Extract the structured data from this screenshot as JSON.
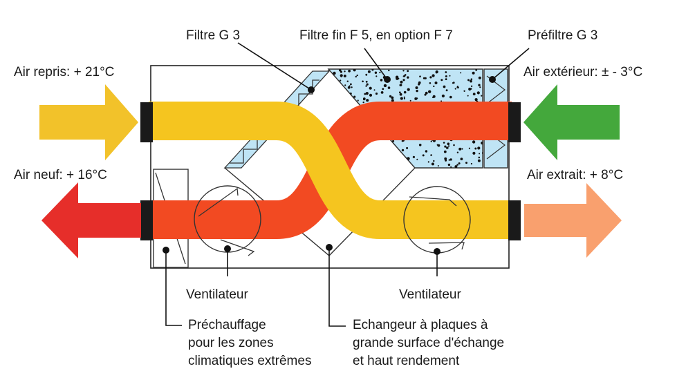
{
  "labels": {
    "filter_g3": "Filtre G 3",
    "fine_filter": "Filtre fin F 5, en option F 7",
    "prefilter": "Préfiltre G 3",
    "return_air": "Air repris: + 21°C",
    "outdoor_air": "Air extérieur: ± - 3°C",
    "fresh_air": "Air neuf: + 16°C",
    "exhaust_air": "Air extrait: + 8°C",
    "fan_left": "Ventilateur",
    "fan_right": "Ventilateur",
    "preheat_line1": "Préchauffage",
    "preheat_line2": "pour les zones",
    "preheat_line3": "climatiques extrêmes",
    "exchanger_line1": "Echangeur à plaques à",
    "exchanger_line2": "grande surface d'échange",
    "exchanger_line3": "et haut rendement"
  },
  "colors": {
    "return_air": "#f2c22a",
    "outdoor_air": "#44a83c",
    "fresh_air": "#e62e2a",
    "exhaust_air": "#f9a06e",
    "warm_stream": "#f24a22",
    "cool_stream": "#f5c51f",
    "filter_fill": "#bfe4f5"
  }
}
